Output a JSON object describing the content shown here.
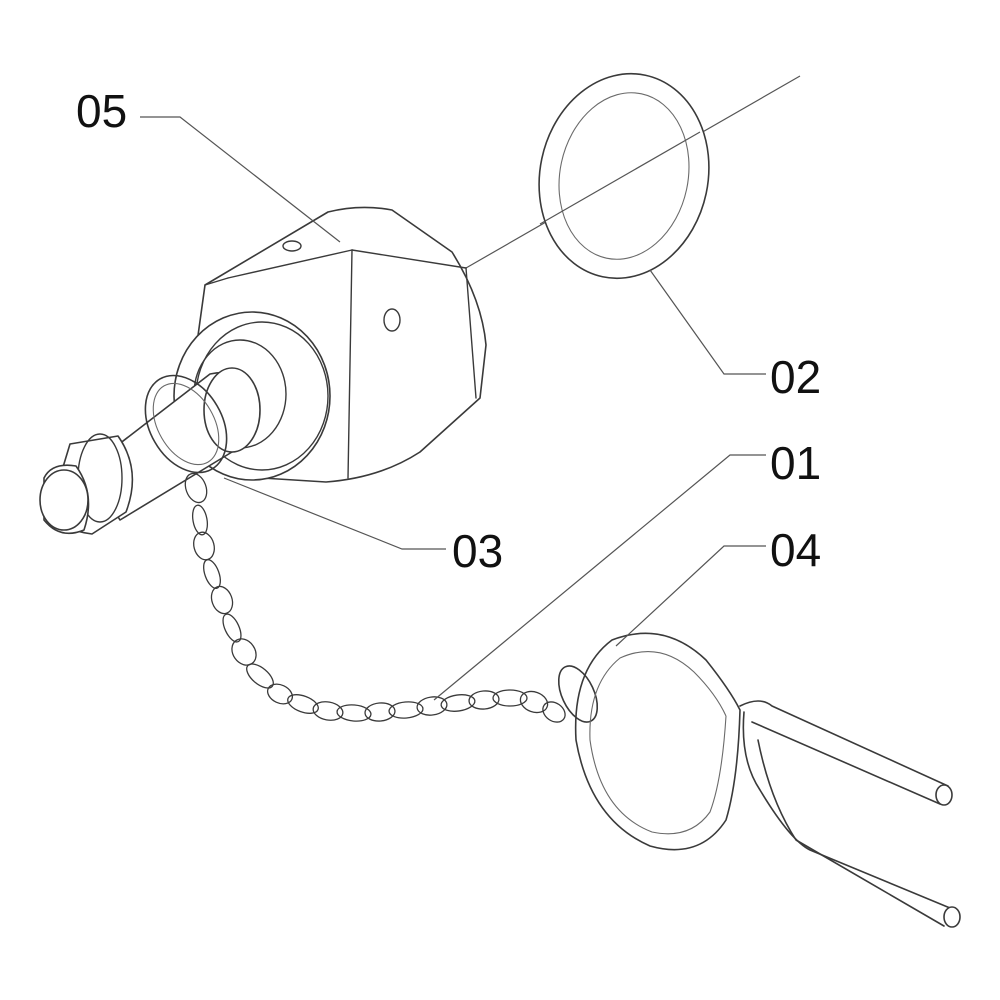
{
  "diagram": {
    "labels": {
      "p01": "01",
      "p02": "02",
      "p03": "03",
      "p04": "04",
      "p05": "05"
    }
  },
  "colors": {
    "line": "#3a3a3a",
    "leader": "#555555",
    "background": "#ffffff"
  }
}
